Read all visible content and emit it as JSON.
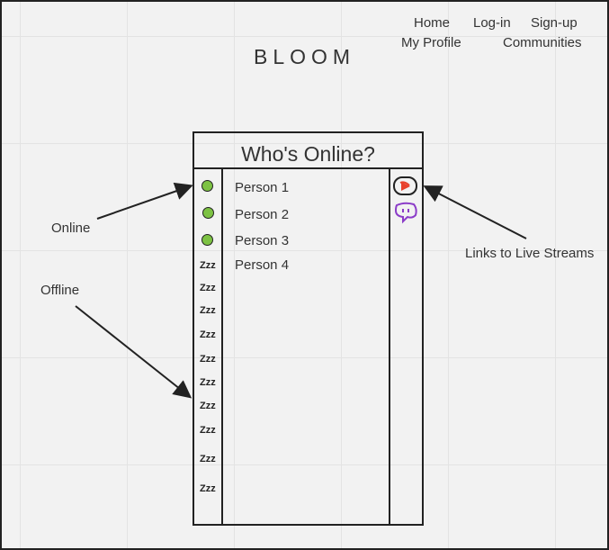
{
  "nav": {
    "home": "Home",
    "login": "Log-in",
    "signup": "Sign-up",
    "profile": "My Profile",
    "communities": "Communities"
  },
  "brand": "BLOOM",
  "panel": {
    "title": "Who's Online?",
    "people": [
      "Person 1",
      "Person 2",
      "Person 3",
      "Person 4"
    ],
    "offline_marker": "Zzz",
    "stream_icons": [
      "youtube-icon",
      "twitch-icon"
    ]
  },
  "annotations": {
    "online": "Online",
    "offline": "Offline",
    "streams": "Links to Live Streams"
  },
  "colors": {
    "online_dot": "#7dc243",
    "youtube": "#e8412c",
    "twitch": "#8b3cc8"
  }
}
